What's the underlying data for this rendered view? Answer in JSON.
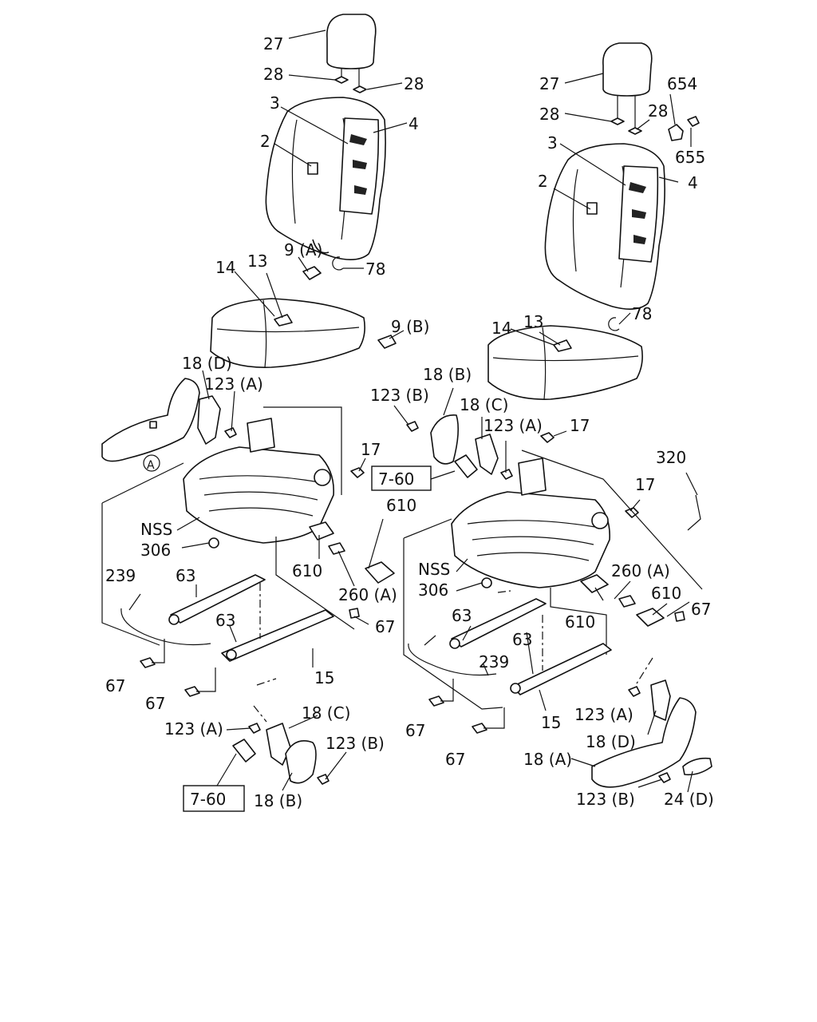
{
  "labels": {
    "l27": "27",
    "l28a": "28",
    "l28b": "28",
    "l3": "3",
    "l4": "4",
    "l2": "2",
    "l9a": "9 (A)",
    "l78": "78",
    "l14": "14",
    "l13": "13",
    "l9b": "9 (B)",
    "l18d": "18 (D)",
    "l123a": "123 (A)",
    "l17": "17",
    "l610a": "610",
    "lnss": "NSS",
    "l306": "306",
    "l610b": "610",
    "l260a": "260 (A)",
    "l239": "239",
    "l63a": "63",
    "l63b": "63",
    "l67a": "67",
    "l67b": "67",
    "l67c": "67",
    "l15": "15",
    "l18c": "18 (C)",
    "l123a2": "123 (A)",
    "l123b": "123 (B)",
    "l760a": "7-60",
    "l18b": "18 (B)",
    "r27": "27",
    "r654": "654",
    "r28a": "28",
    "r28b": "28",
    "r655": "655",
    "r3": "3",
    "r2": "2",
    "r4": "4",
    "r78": "78",
    "r14": "14",
    "r13": "13",
    "r18b": "18 (B)",
    "r123b": "123 (B)",
    "r18c": "18 (C)",
    "r123a": "123 (A)",
    "r17a": "17",
    "r760": "7-60",
    "r320": "320",
    "r17b": "17",
    "rnss": "NSS",
    "r306": "306",
    "r260a": "260 (A)",
    "r610a": "610",
    "r67a": "67",
    "r63a": "63",
    "r610b": "610",
    "r63b": "63",
    "r239": "239",
    "r15": "15",
    "r67b": "67",
    "r67c": "67",
    "r123a2": "123 (A)",
    "r18d": "18 (D)",
    "r18a": "18 (A)",
    "r123b2": "123 (B)",
    "r24d": "24 (D)",
    "circleA": "A"
  }
}
